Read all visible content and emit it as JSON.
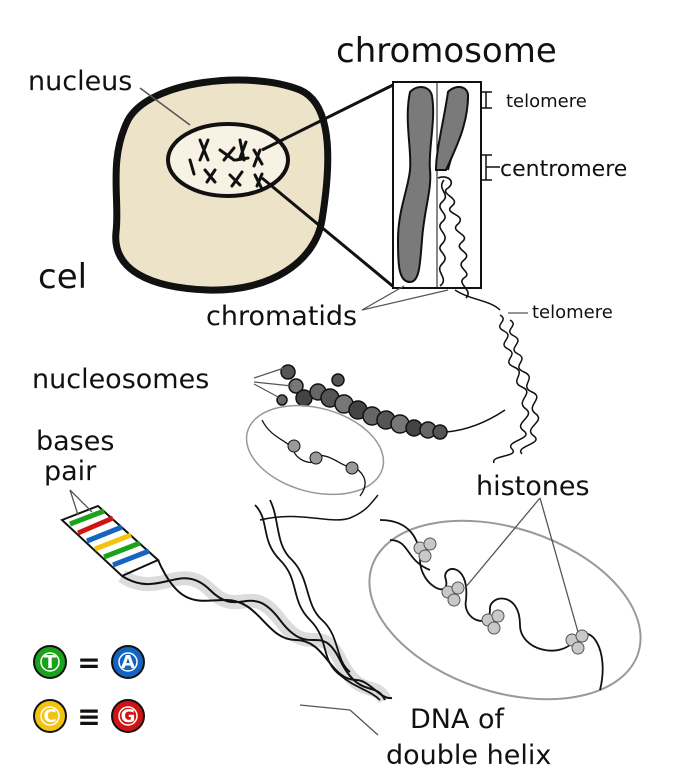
{
  "labels": {
    "nucleus": "nucleus",
    "cell": "cel",
    "chromosome": "chromosome",
    "telomere_top": "telomere",
    "centromere": "centromere",
    "chromatids": "chromatids",
    "telomere_bottom": "telomere",
    "nucleosomes": "nucleosomes",
    "bases_line1": "bases",
    "bases_line2": "pair",
    "histones": "histones",
    "dna_line1": "DNA of",
    "dna_line2": "double helix"
  },
  "base_pairs": [
    {
      "left": "T",
      "left_color": "#1aa31a",
      "symbol": "=",
      "right": "A",
      "right_color": "#1565c0"
    },
    {
      "left": "C",
      "left_color": "#f2c30f",
      "symbol": "≡",
      "right": "G",
      "right_color": "#d01414"
    }
  ],
  "colors": {
    "cell_fill": "#ece3c8",
    "chromosome_fill": "#7a7a7a",
    "outline": "#111111"
  }
}
